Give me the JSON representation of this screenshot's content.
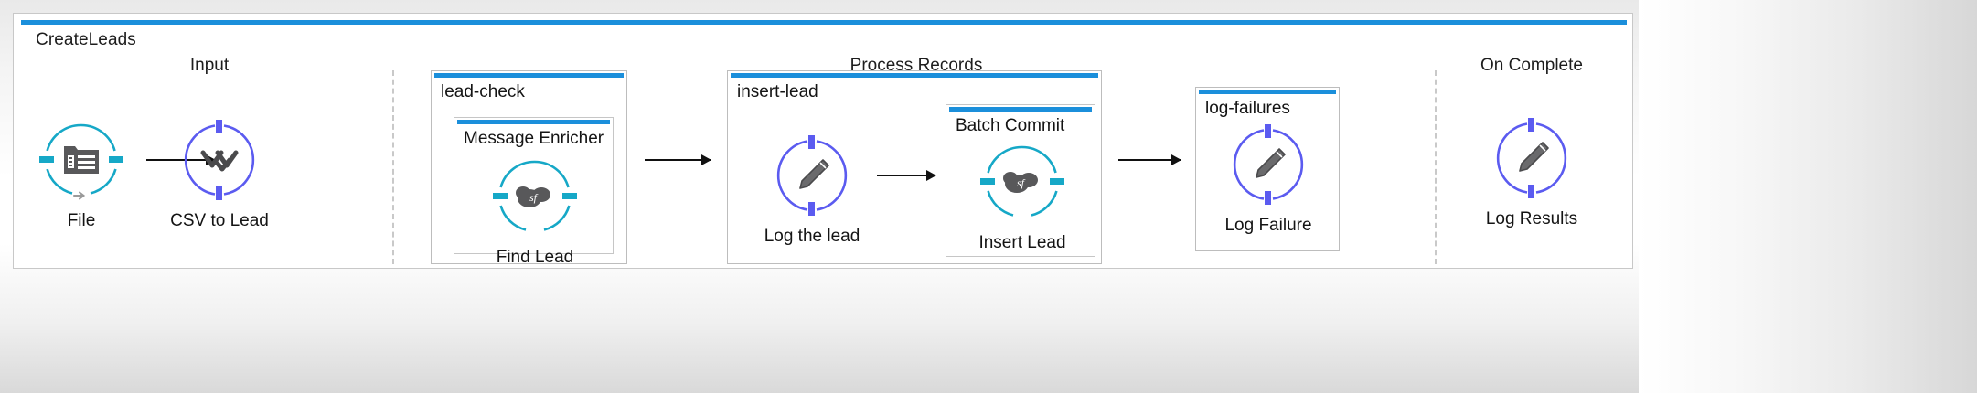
{
  "flow": {
    "title": "CreateLeads",
    "accent_color": "#1b8fdb",
    "teal_color": "#16a8c7",
    "purple_color": "#5b5bf0"
  },
  "lanes": [
    {
      "label": "Input"
    },
    {
      "label": "Process Records"
    },
    {
      "label": "On Complete"
    }
  ],
  "scopes": [
    {
      "name": "lead-check"
    },
    {
      "name": "Message Enricher"
    },
    {
      "name": "insert-lead"
    },
    {
      "name": "Batch Commit"
    },
    {
      "name": "log-failures"
    }
  ],
  "nodes": [
    {
      "caption": "File",
      "icon": "file-listener-icon",
      "color": "teal"
    },
    {
      "caption": "CSV to Lead",
      "icon": "transform-icon",
      "color": "purple"
    },
    {
      "caption": "Find Lead",
      "icon": "salesforce-icon",
      "color": "teal"
    },
    {
      "caption": "Log the lead",
      "icon": "logger-pencil-icon",
      "color": "purple"
    },
    {
      "caption": "Insert Lead",
      "icon": "salesforce-icon",
      "color": "teal"
    },
    {
      "caption": "Log Failure",
      "icon": "logger-pencil-icon",
      "color": "purple"
    },
    {
      "caption": "Log Results",
      "icon": "logger-pencil-icon",
      "color": "purple"
    }
  ]
}
